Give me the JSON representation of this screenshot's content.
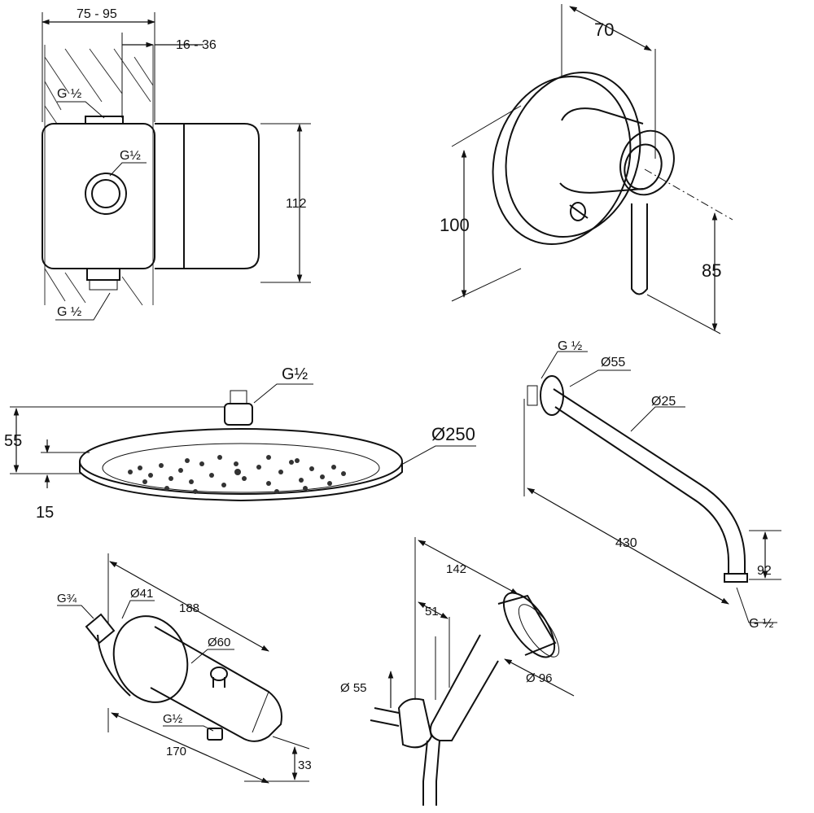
{
  "mixer_box": {
    "depth_range": "75 - 95",
    "cover_range": "16 - 36",
    "thread_top": "G ½",
    "thread_center": "G½",
    "thread_bottom": "G ½",
    "height": "112"
  },
  "mixer_valve": {
    "projection": "70",
    "plate_height": "100",
    "handle_height": "85"
  },
  "shower_head": {
    "thread": "G½",
    "diameter": "Ø250",
    "total_height": "55",
    "plate_thickness": "15"
  },
  "shower_arm": {
    "thread_top": "G ½",
    "flange": "Ø55",
    "pipe": "Ø25",
    "length": "430",
    "drop": "92",
    "thread_bottom": "G ½"
  },
  "bath_spout": {
    "thread_inlet": "G¾",
    "flange": "Ø41",
    "length": "188",
    "body": "Ø60",
    "thread_outlet": "G½",
    "outlet_distance": "170",
    "height": "33"
  },
  "hand_shower": {
    "length": "142",
    "holder_offset": "51",
    "holder_flange": "Ø 55",
    "head_diameter": "Ø 96"
  }
}
